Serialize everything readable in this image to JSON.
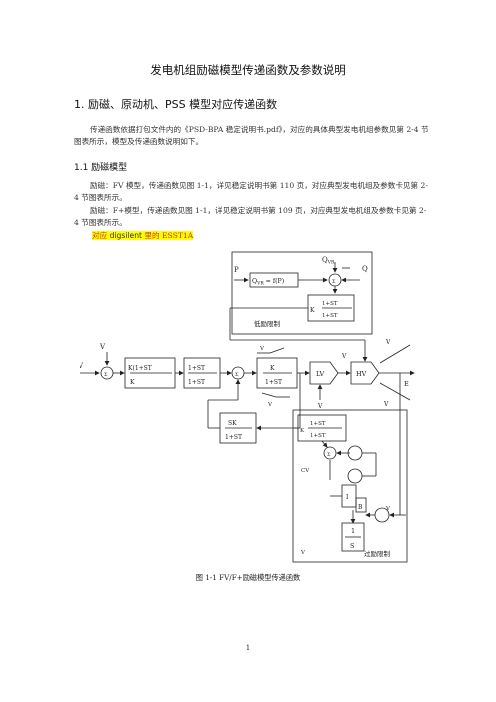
{
  "title": "发电机组励磁模型传递函数及参数说明",
  "section1": {
    "heading": "1. 励磁、原动机、PSS 模型对应传递函数"
  },
  "intro": "传递函数依据打包文件内的《PSD-BPA 稳定说明书.pdf》，对应的具体典型发电机组参数见第 2-4 节图表所示，模型及传递函数说明如下。",
  "section11": {
    "heading": "1.1 励磁模型"
  },
  "para_fv": "励磁：FV 模型，传递函数见图 1-1，详见稳定说明书第 110 页，对应典型发电机组及参数卡见第 2-4 节图表所示。",
  "para_fplus": "励磁：F+模型，传递函数见图 1-1，详见稳定说明书第 109 页，对应典型发电机组及参数卡见第 2-4 节图表所示。",
  "highlight": {
    "prefix": "对应 ",
    "name": "digsilent",
    "suffix": " 里的 ESST1A"
  },
  "diagram": {
    "P": "P",
    "Qvr": "Q",
    "Qvr_sub": "VR",
    "Q": "Q",
    "func_box": "Q",
    "func_box_rest": " = f(P)",
    "lowexc_num": "1+ST",
    "lowexc_den": "1+ST",
    "lowexc_label": "低励限制",
    "Vs": "V",
    "Vref": "V",
    "K1_num": "K(1+ST",
    "K1_den": "K",
    "Tc_num": "1+ST",
    "Tc_den": "1+ST",
    "Ka": "K",
    "Ka_den": "1+ST",
    "Vamax": "V",
    "Vamin": "V",
    "SK_num": "SK",
    "SK_den": "1+ST",
    "LV": "LV",
    "HV": "HV",
    "Vp": "V",
    "Vl2": "V",
    "Vtop": "V",
    "Efd": "E",
    "Vbot": "V",
    "Kl2_num": "1+ST",
    "Kl2_den": "1+ST",
    "CV": "CV",
    "I": "I",
    "B": "B",
    "int_num": "1",
    "int_den": "S",
    "Vfdl": "V",
    "Vlr": "V",
    "over_label": "过励限制"
  },
  "caption": "图 1-1 FV/F+励磁模型传递函数",
  "page_number": "1"
}
